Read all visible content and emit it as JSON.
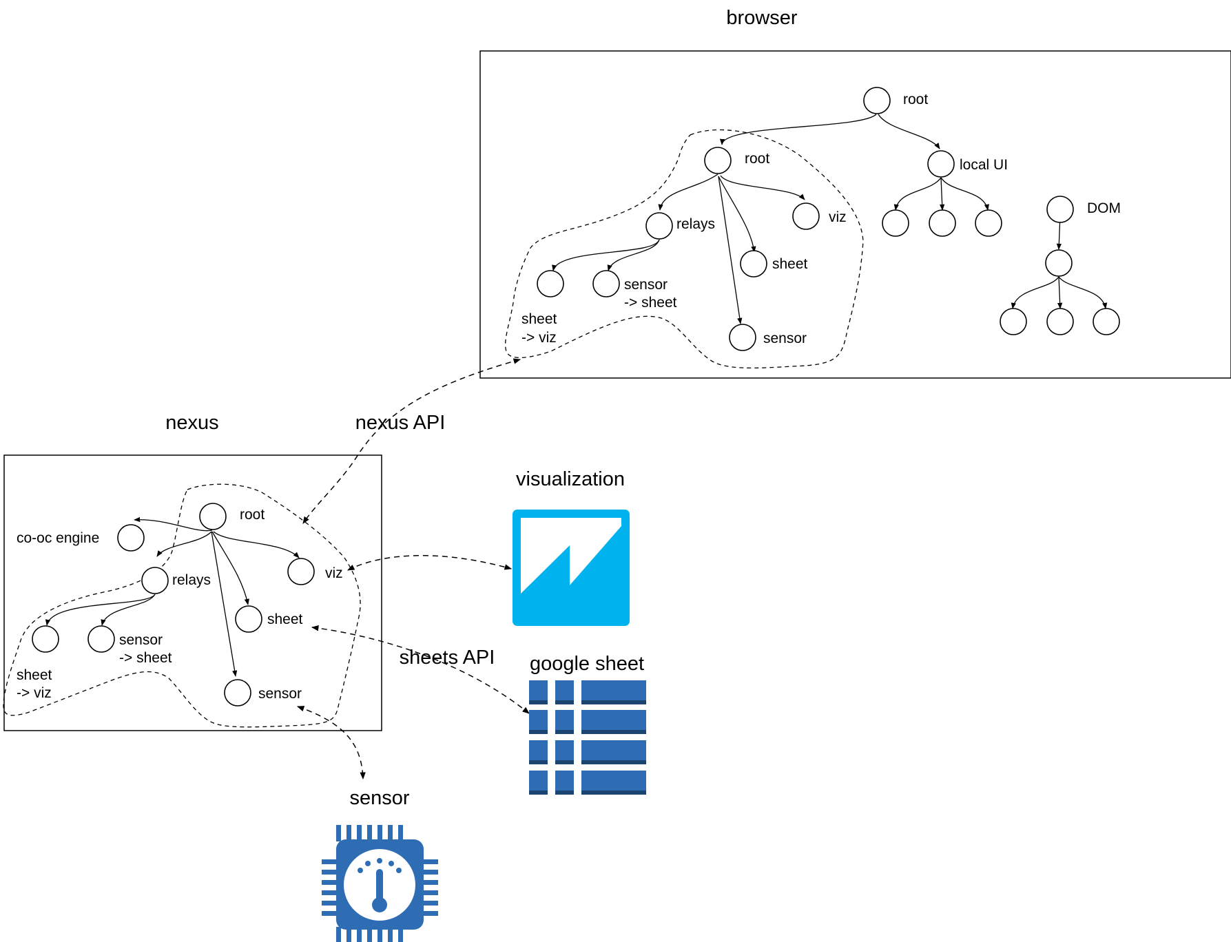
{
  "titles": {
    "browser": "browser",
    "nexus": "nexus",
    "nexus_api": "nexus API",
    "visualization": "visualization",
    "sheets_api": "sheets API",
    "google_sheet": "google sheet",
    "sensor": "sensor"
  },
  "browser": {
    "root_top": "root",
    "root": "root",
    "local_ui": "local UI",
    "dom": "DOM",
    "relays": "relays",
    "viz": "viz",
    "sheet": "sheet",
    "sensor": "sensor",
    "sensor_sheet_1": "sensor",
    "sensor_sheet_2": "-> sheet",
    "sheet_viz_1": "sheet",
    "sheet_viz_2": "-> viz"
  },
  "nexus": {
    "root": "root",
    "coop_engine": "co-oc engine",
    "relays": "relays",
    "viz": "viz",
    "sheet": "sheet",
    "sensor": "sensor",
    "sensor_sheet_1": "sensor",
    "sensor_sheet_2": "-> sheet",
    "sheet_viz_1": "sheet",
    "sheet_viz_2": "-> viz"
  },
  "colors": {
    "visualization_blue": "#00b2ee",
    "sheet_blue": "#2e6db4",
    "sheet_dark": "#1c4470",
    "sensor_blue": "#2e6db4"
  },
  "icons": {
    "visualization": "visualization-icon",
    "google_sheet": "spreadsheet-icon",
    "sensor": "sensor-chip-icon"
  }
}
